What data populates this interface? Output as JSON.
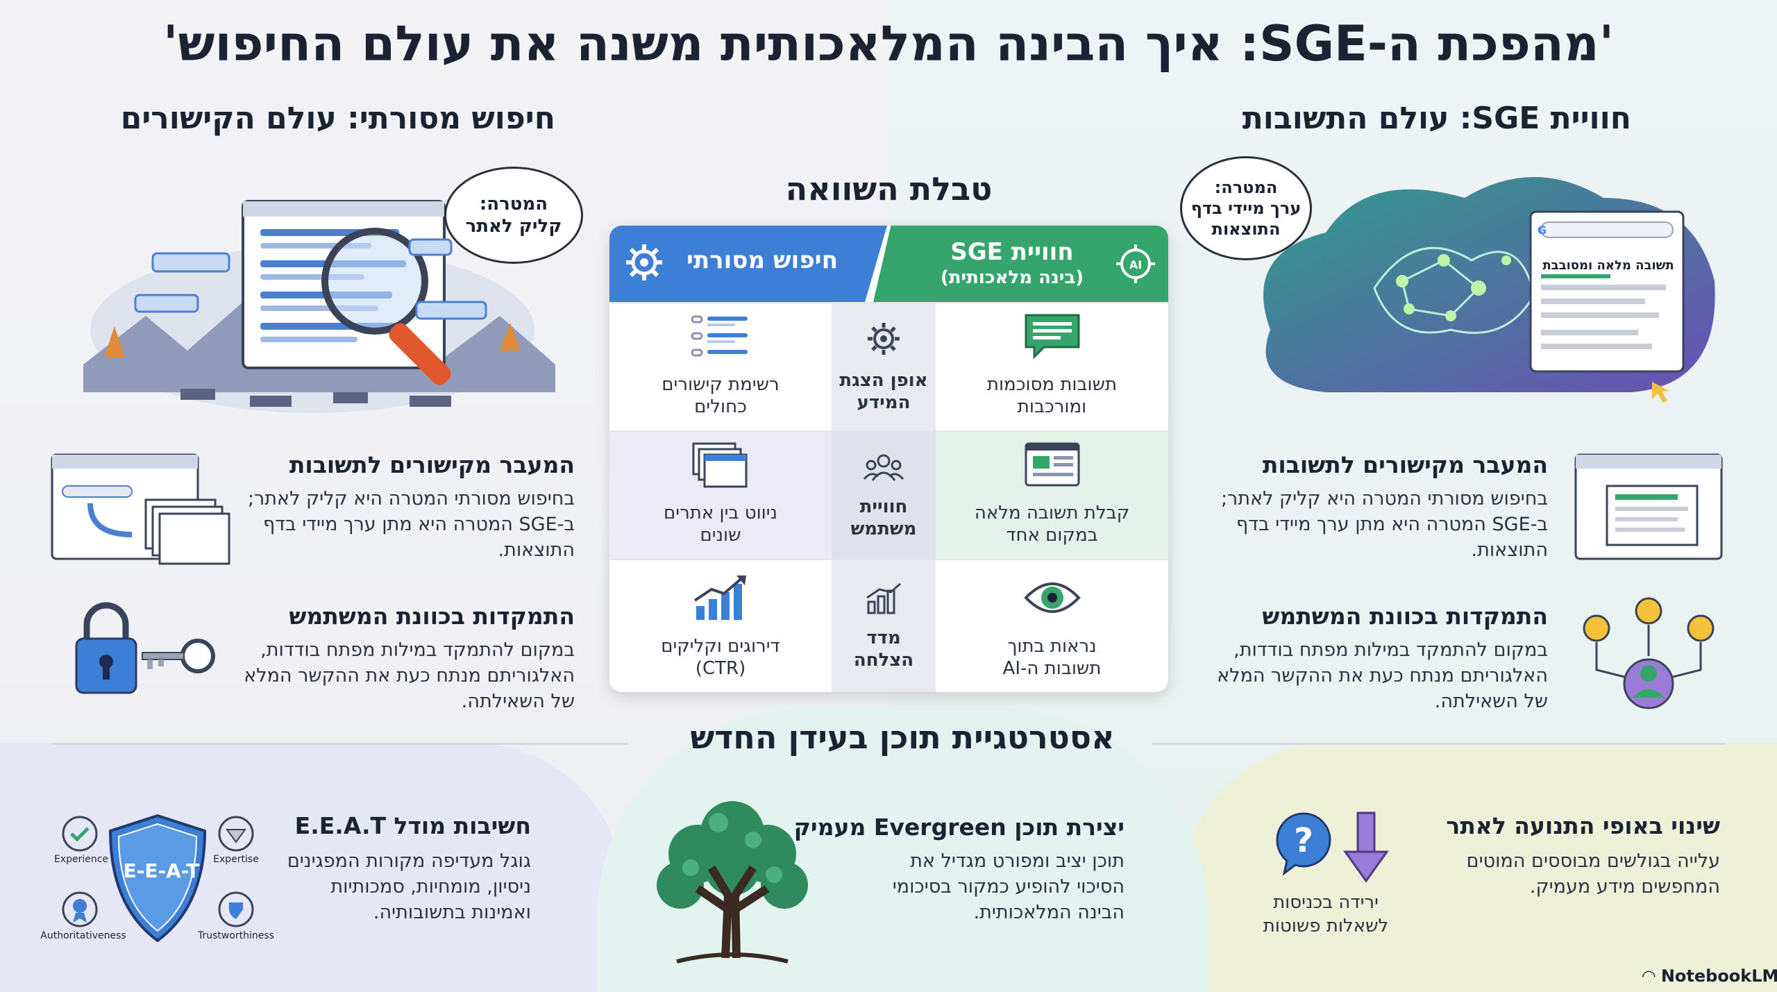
{
  "title": "'מהפכת ה-SGE: איך הבינה המלאכותית משנה את עולם החיפוש'",
  "left_column": {
    "title": "חיפוש מסורתי: עולם הקישורים",
    "bubble": "המטרה:\nקליק לאתר",
    "sections": [
      {
        "heading": "המעבר מקישורים לתשובות",
        "text": "בחיפוש מסורתי המטרה היא קליק לאתר;\nב-SGE המטרה היא מתן ערך מיידי בדף\nהתוצאות."
      },
      {
        "heading": "התמקדות בכוונת המשתמש",
        "text": "במקום להתמקד במילות מפתח בודדות,\nהאלגוריתם מנתח כעת את ההקשר המלא\nשל השאילתה."
      }
    ]
  },
  "right_column": {
    "title": "חוויית SGE: עולם התשובות",
    "bubble": "המטרה:\nערך מיידי בדף\nהתוצאות",
    "answer_card_label": "תשובה מלאה ומסובבת",
    "sections": [
      {
        "heading": "המעבר מקישורים לתשובות",
        "text": "בחיפוש מסורתי המטרה היא קליק לאתר;\nב-SGE המטרה היא מתן ערך מיידי בדף\nהתוצאות."
      },
      {
        "heading": "התמקדות בכוונת המשתמש",
        "text": "במקום להתמקד במילות מפתח בודדות,\nהאלגוריתם מנתח כעת את ההקשר המלא\nשל השאילתה."
      }
    ]
  },
  "comparison": {
    "title": "טבלת השוואה",
    "header_traditional": "חיפוש מסורתי",
    "header_sge": "חוויית SGE",
    "header_sge_sub": "(בינה מלאכותית)",
    "rows": [
      {
        "criterion": "אופן הצגת\nהמידע",
        "traditional": "רשימת קישורים\nכחולים",
        "sge": "תשובות מסוכמות\nומורכבות"
      },
      {
        "criterion": "חוויית\nמשתמש",
        "traditional": "ניווט בין אתרים\nשונים",
        "sge": "קבלת תשובה מלאה\nבמקום אחד"
      },
      {
        "criterion": "מדד\nהצלחה",
        "traditional": "דירוגים וקליקים\n(CTR)",
        "sge": "נראות בתוך\nתשובות ה-AI"
      }
    ]
  },
  "strategy": {
    "title": "אסטרטגיית תוכן בעידן החדש",
    "eeat": {
      "heading": "חשיבות מודל E.E.A.T",
      "text": "גוגל מעדיפה מקורות המפגינים\nניסיון, מומחיות, סמכותיות\nואמינות בתשובותיה.",
      "shield_label": "E-E-A-T",
      "labels": [
        "Experience",
        "Expertise",
        "Authoritativeness",
        "Trustworthiness"
      ]
    },
    "evergreen": {
      "heading": "יצירת תוכן Evergreen מעמיק",
      "text": "תוכן יציב ומפורט מגדיל את\nהסיכוי להופיע כמקור בסיכומי\nהבינה המלאכותית."
    },
    "traffic": {
      "heading": "שינוי באופי התנועה לאתר",
      "text": "עלייה בגולשים מבוססים המוטים\nהמחפשים מידע מעמיק.",
      "caption": "ירידה בכניסות\nלשאלות פשוטות"
    }
  },
  "brand": "NotebookLM",
  "colors": {
    "blue": "#3d7fd6",
    "green": "#35a56c",
    "purple": "#7b5bc7",
    "dark": "#1b2231"
  }
}
